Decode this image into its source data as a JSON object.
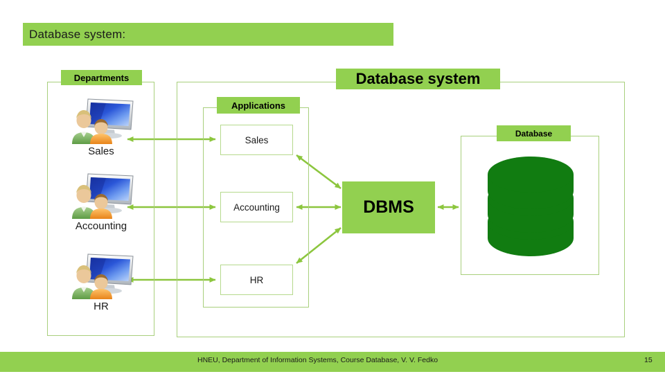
{
  "slide": {
    "title": "Database system:",
    "background": "#ffffff",
    "accent_green": "#92D050",
    "border_green": "#A8CF7C",
    "arrow_green": "#8CC63E",
    "cylinder_green": "#117C11"
  },
  "containers": {
    "departments": {
      "label": "Departments"
    },
    "database_system": {
      "label": "Database system"
    },
    "applications": {
      "label": "Applications"
    },
    "database": {
      "label": "Database"
    }
  },
  "departments": [
    {
      "name": "Sales",
      "icon": "people-computer-icon"
    },
    {
      "name": "Accounting",
      "icon": "people-computer-icon"
    },
    {
      "name": "HR",
      "icon": "people-computer-icon"
    }
  ],
  "applications": [
    {
      "name": "Sales"
    },
    {
      "name": "Accounting"
    },
    {
      "name": "HR"
    }
  ],
  "dbms": {
    "label": "DBMS"
  },
  "database_store": {
    "icon": "database-cylinder-icon"
  },
  "footer": {
    "text": "HNEU, Department of Information Systems, Course Database, V. V. Fedko",
    "page": "15"
  }
}
